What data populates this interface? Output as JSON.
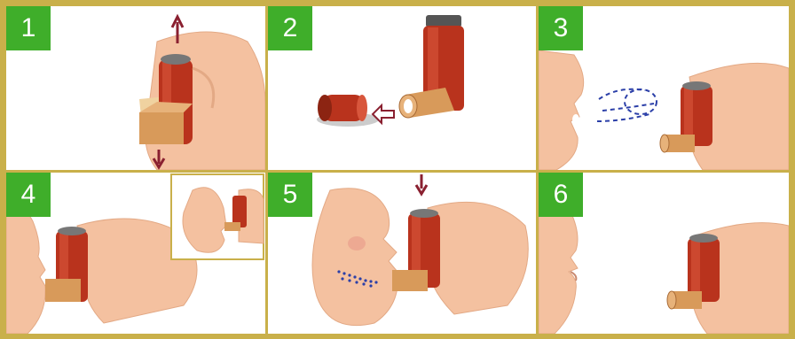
{
  "steps": [
    {
      "number": "1"
    },
    {
      "number": "2"
    },
    {
      "number": "3"
    },
    {
      "number": "4"
    },
    {
      "number": "5"
    },
    {
      "number": "6"
    }
  ],
  "colors": {
    "border": "#c9b04a",
    "badge": "#3fae2a",
    "skin": "#f4c1a0",
    "inhaler": "#b9331d",
    "mouthpiece": "#d89a5a",
    "mist": "#2b3fa8",
    "arrow": "#8a2030"
  }
}
